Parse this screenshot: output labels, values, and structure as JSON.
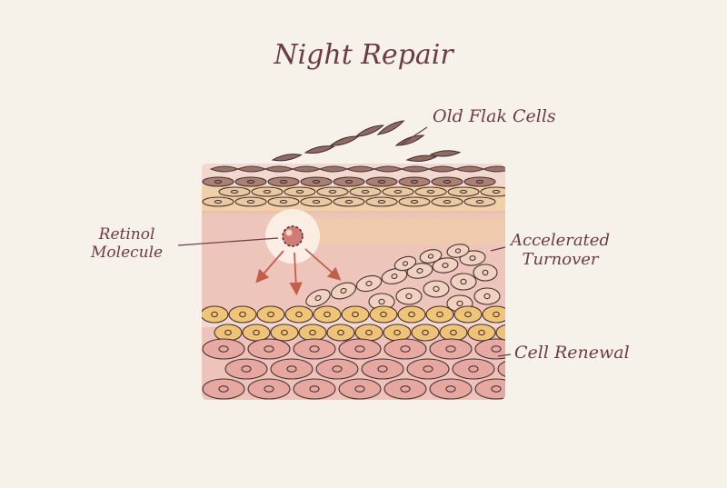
{
  "title": "Night Repair",
  "labels": {
    "old_cells": "Old Flak Cells",
    "retinol_line1": "Retinol",
    "retinol_line2": "Molecule",
    "accelerated_line1": "Accelerated",
    "accelerated_line2": "Turnover",
    "cell_renewal": "Cell Renewal"
  },
  "colors": {
    "background": "#f6f2ea",
    "ink": "#6e3a46",
    "outline": "#3e2a2c",
    "flake": "#8f6a62",
    "top_layer": "#a67c6e",
    "yellow_band": "#efc98a",
    "pink_dermis": "#eab7ac",
    "gold_cells": "#f0c474",
    "deep_cells": "#e6a6a0",
    "molecule": "#d27a76",
    "arrow": "#c45e4a"
  }
}
